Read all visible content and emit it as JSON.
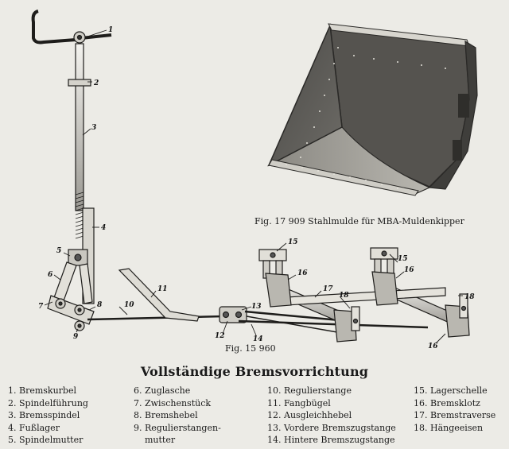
{
  "figures": {
    "dump_body": {
      "caption": "Fig. 17 909  Stahlmulde für MBA-Muldenkipper"
    },
    "brake": {
      "caption": "Fig. 15 960"
    }
  },
  "callouts": [
    "1",
    "2",
    "3",
    "4",
    "5",
    "6",
    "7",
    "8",
    "9",
    "10",
    "11",
    "12",
    "13",
    "14",
    "15",
    "16",
    "17",
    "18",
    "15",
    "16",
    "18",
    "16",
    "18"
  ],
  "title": "Vollständige Bremsvorrichtung",
  "legend": [
    {
      "num": "1.",
      "label": "Bremskurbel"
    },
    {
      "num": "2.",
      "label": "Spindelführung"
    },
    {
      "num": "3.",
      "label": "Bremsspindel"
    },
    {
      "num": "4.",
      "label": "Fußlager"
    },
    {
      "num": "5.",
      "label": "Spindelmutter"
    },
    {
      "num": "6.",
      "label": "Zuglasche"
    },
    {
      "num": "7.",
      "label": "Zwischenstück"
    },
    {
      "num": "8.",
      "label": "Bremshebel"
    },
    {
      "num": "9.",
      "label": "Regulierstangen-"
    },
    {
      "num": "",
      "label": "mutter"
    },
    {
      "num": "10.",
      "label": "Regulierstange"
    },
    {
      "num": "11.",
      "label": "Fangbügel"
    },
    {
      "num": "12.",
      "label": "Ausgleichhebel"
    },
    {
      "num": "13.",
      "label": "Vordere Bremszugstange"
    },
    {
      "num": "14.",
      "label": "Hintere Bremszugstange"
    },
    {
      "num": "15.",
      "label": "Lagerschelle"
    },
    {
      "num": "16.",
      "label": "Bremsklotz"
    },
    {
      "num": "17.",
      "label": "Bremstraverse"
    },
    {
      "num": "18.",
      "label": "Hängeeisen"
    }
  ]
}
